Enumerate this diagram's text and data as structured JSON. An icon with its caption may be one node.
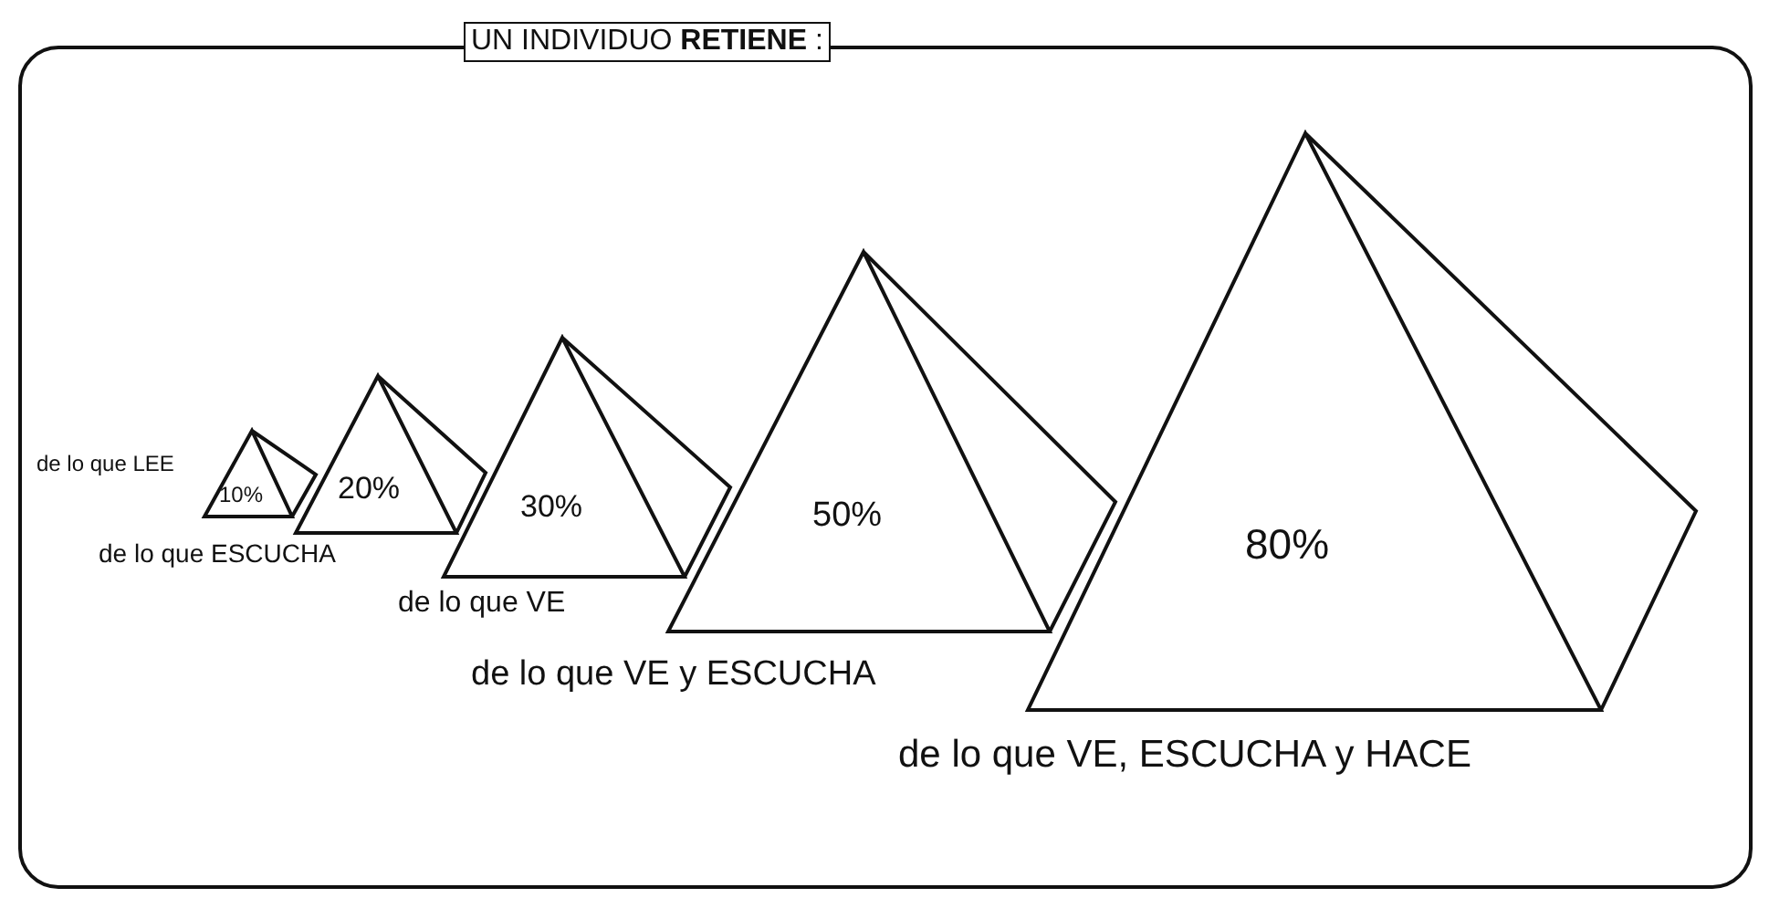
{
  "diagram": {
    "nodes": [
      {
        "text": [
          "UN INDIVIDUO **RETIENE** :"
        ]
      },
      {
        "text": [
          "10%"
        ],
        "beside": [
          "de lo que LEE"
        ],
        "in": 0
      },
      {
        "text": [
          "20%"
        ],
        "beside": [
          "de lo que ESCUCHA"
        ],
        "in": 0
      },
      {
        "text": [
          "30%"
        ],
        "beside": [
          "de lo que VE"
        ],
        "in": 0
      },
      {
        "text": [
          "50%"
        ],
        "beside": [
          "de lo que VE y ESCUCHA"
        ],
        "in": 0
      },
      {
        "text": [
          "80%"
        ],
        "beside": [
          "de lo que VE, ESCUCHA y HACE"
        ],
        "in": 0
      }
    ]
  }
}
